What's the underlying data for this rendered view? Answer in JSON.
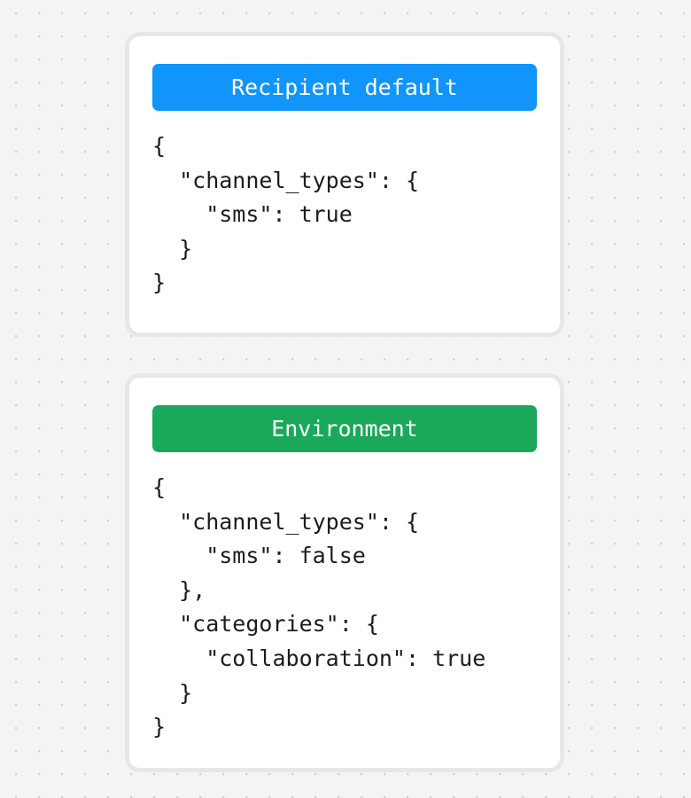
{
  "page": {
    "background_color": "#f4f4f4",
    "dot_color": "#d3d3d3",
    "card_background": "#ffffff",
    "card_frame_color": "#e7e7e7",
    "code_text_color": "#1c1c1c"
  },
  "cards": [
    {
      "id": "recipient-default",
      "title": "Recipient default",
      "banner_color": "#1195fb",
      "banner_text_color": "#ffffff",
      "code": "{\n  \"channel_types\": {\n    \"sms\": true\n  }\n}",
      "code_lines": [
        "{",
        "  \"channel_types\": {",
        "    \"sms\": true",
        "  }",
        "}"
      ],
      "parsed": {
        "channel_types": {
          "sms": true
        }
      }
    },
    {
      "id": "environment",
      "title": "Environment",
      "banner_color": "#1aa85a",
      "banner_text_color": "#ffffff",
      "code": "{\n  \"channel_types\": {\n    \"sms\": false\n  },\n  \"categories\": {\n    \"collaboration\": true\n  }\n}",
      "code_lines": [
        "{",
        "  \"channel_types\": {",
        "    \"sms\": false",
        "  },",
        "  \"categories\": {",
        "    \"collaboration\": true",
        "  }",
        "}"
      ],
      "parsed": {
        "channel_types": {
          "sms": false
        },
        "categories": {
          "collaboration": true
        }
      }
    }
  ]
}
